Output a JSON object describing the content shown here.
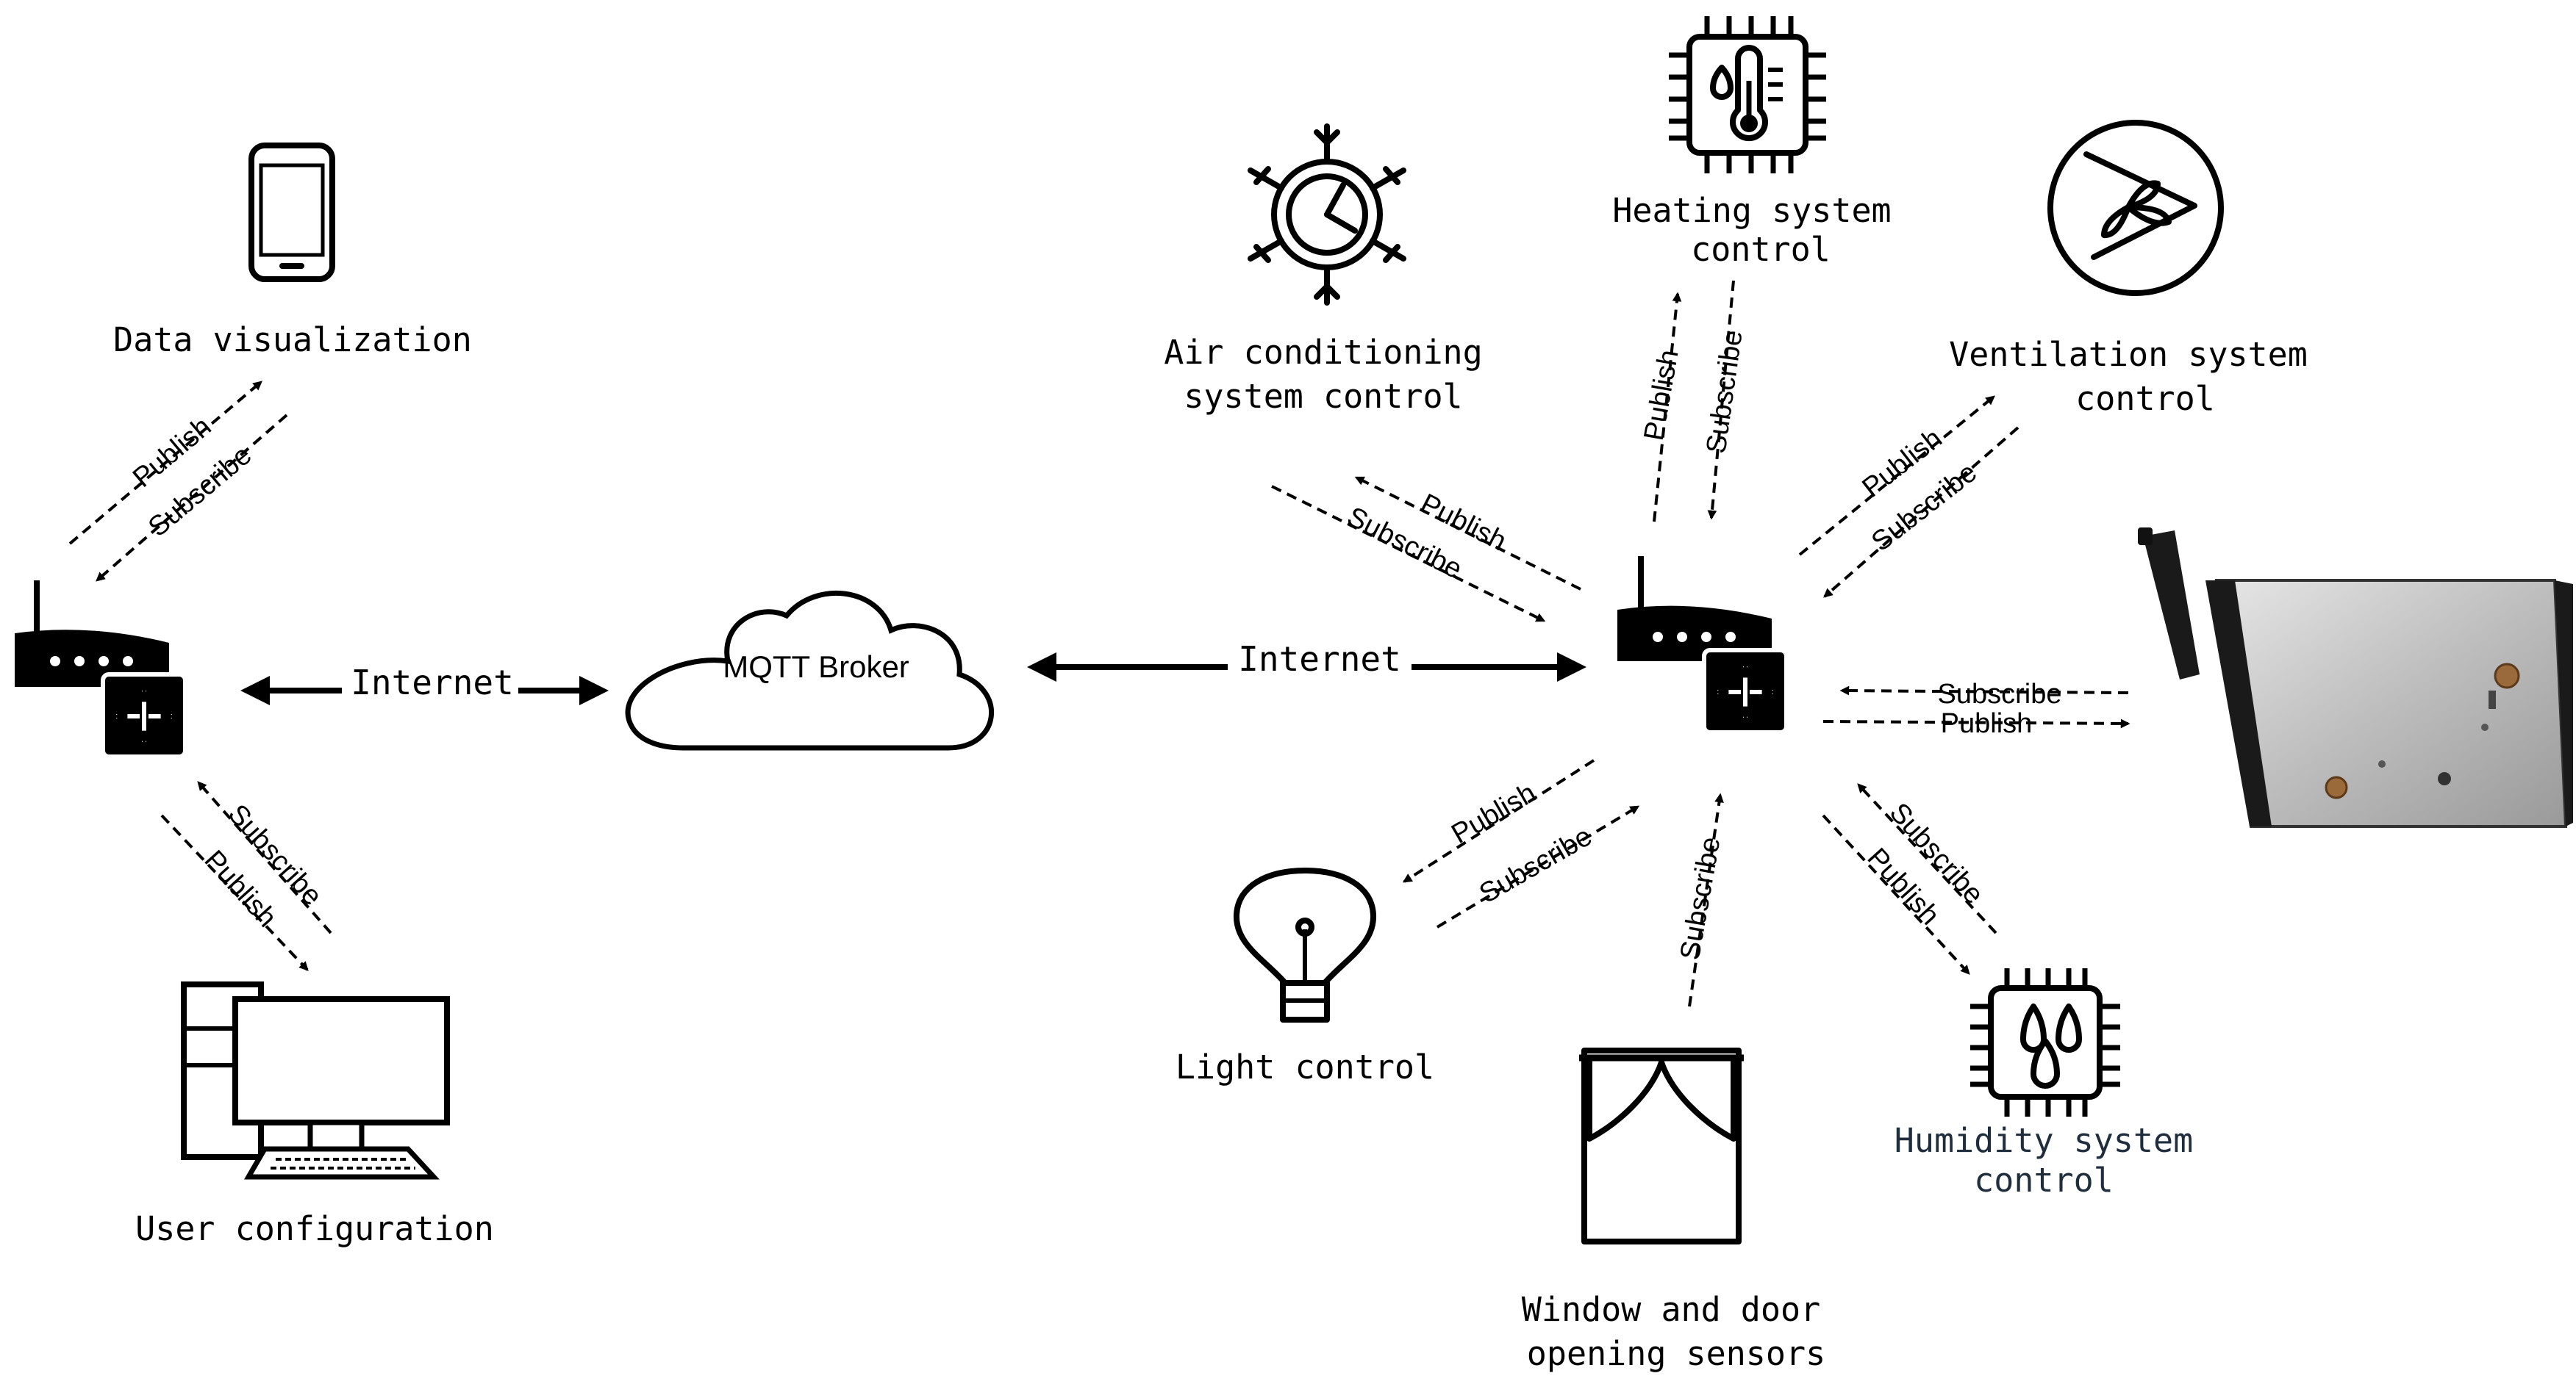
{
  "nodes": {
    "data_visualization": "Data visualization",
    "user_configuration": "User configuration",
    "mqtt_broker": "MQTT Broker",
    "air_conditioning": [
      "Air conditioning",
      "system control"
    ],
    "heating": [
      "Heating system",
      "control"
    ],
    "ventilation": [
      "Ventilation system",
      "control"
    ],
    "light": "Light control",
    "window_door": [
      "Window and door",
      "opening sensors"
    ],
    "humidity": [
      "Humidity system",
      "control"
    ]
  },
  "links": {
    "internet": "Internet",
    "publish": "Publish",
    "subscribe": "Subscribe"
  },
  "colors": {
    "line": "#000000",
    "humidity_label": "#1f2d3d",
    "device_body": "#c8c8c8",
    "device_end": "#1a1a1a"
  }
}
